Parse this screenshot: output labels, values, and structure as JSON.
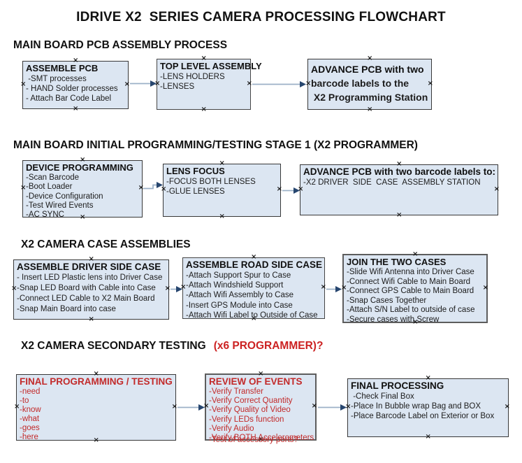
{
  "title": "IDRIVE X2  SERIES CAMERA PROCESSING FLOWCHART",
  "colors": {
    "box_fill": "#dce6f2",
    "box_border": "#383838",
    "arrow_line": "#9bb0c7",
    "arrow_head": "#27466f",
    "red_text": "#c22a2a"
  },
  "anchor_glyph": "×",
  "sections": [
    {
      "heading": "MAIN BOARD PCB ASSEMBLY PROCESS",
      "boxes": [
        {
          "title": "ASSEMBLE PCB",
          "items": [
            " -SMT processes",
            "- HAND Solder processes",
            "- Attach Bar Code Label"
          ]
        },
        {
          "title": "TOP LEVEL ASSEMBLY",
          "items": [
            "-LENS HOLDERS",
            "-LENSES"
          ]
        },
        {
          "title": "ADVANCE PCB with two",
          "items": [
            "barcode labels to the",
            " X2 Programming Station"
          ]
        }
      ]
    },
    {
      "heading": "MAIN BOARD INITIAL PROGRAMMING/TESTING STAGE 1 (X2 PROGRAMMER)",
      "boxes": [
        {
          "title": "DEVICE PROGRAMMING",
          "items": [
            "-Scan Barcode",
            "-Boot Loader",
            "-Device Configuration",
            "-Test Wired Events",
            "-AC SYNC"
          ]
        },
        {
          "title": "LENS FOCUS",
          "items": [
            "-FOCUS BOTH LENSES",
            "-GLUE LENSES"
          ]
        },
        {
          "title": "ADVANCE PCB with two barcode labels to:",
          "items": [
            "-X2 DRIVER  SIDE  CASE  ASSEMBLY STATION"
          ]
        }
      ]
    },
    {
      "heading": "X2 CAMERA CASE ASSEMBLIES",
      "boxes": [
        {
          "title": "ASSEMBLE DRIVER SIDE CASE",
          "items": [
            "- Insert LED Plastic lens into Driver Case",
            "-Snap LED Board with Cable into Case",
            "-Connect LED Cable to X2 Main Board",
            "-Snap Main Board into case"
          ]
        },
        {
          "title": "ASSEMBLE ROAD SIDE CASE",
          "items": [
            "-Attach Support Spur to Case",
            "-Attach Windshield Support",
            "-Attach Wifi Assembly to Case",
            "-Insert GPS Module into Case",
            "-Attach Wifi Label to Outside of Case"
          ]
        },
        {
          "title": "JOIN THE TWO CASES",
          "items": [
            "-Slide Wifi Antenna into Driver Case",
            "-Connect Wifi Cable to Main Board",
            "-Connect GPS Cable to Main Board",
            "-Snap Cases Together",
            "-Attach S/N Label to outside of case",
            "-Secure cases with Screw"
          ]
        }
      ]
    },
    {
      "heading": "X2 CAMERA SECONDARY TESTING",
      "heading_red": "(x6 PROGRAMMER)?",
      "boxes": [
        {
          "title": "FINAL PROGRAMMING / TESTING",
          "items": [
            "-need",
            "-to",
            "-know",
            "-what",
            "-goes",
            "-here"
          ]
        },
        {
          "title": "REVIEW OF EVENTS",
          "items": [
            "-Verify Transfer",
            "-Verify Correct Quantity",
            "-Verify Quality of Video",
            "-Verify LEDs function",
            "-Verify Audio",
            "-Verify BOTH Accelerometers"
          ],
          "overflow_item": "-Test of accessory ports?"
        },
        {
          "title": "FINAL PROCESSING",
          "items": [
            " -Check Final Box",
            "-Place In Bubble wrap Bag and BOX",
            "-Place Barcode Label on Exterior or Box"
          ]
        }
      ]
    }
  ]
}
